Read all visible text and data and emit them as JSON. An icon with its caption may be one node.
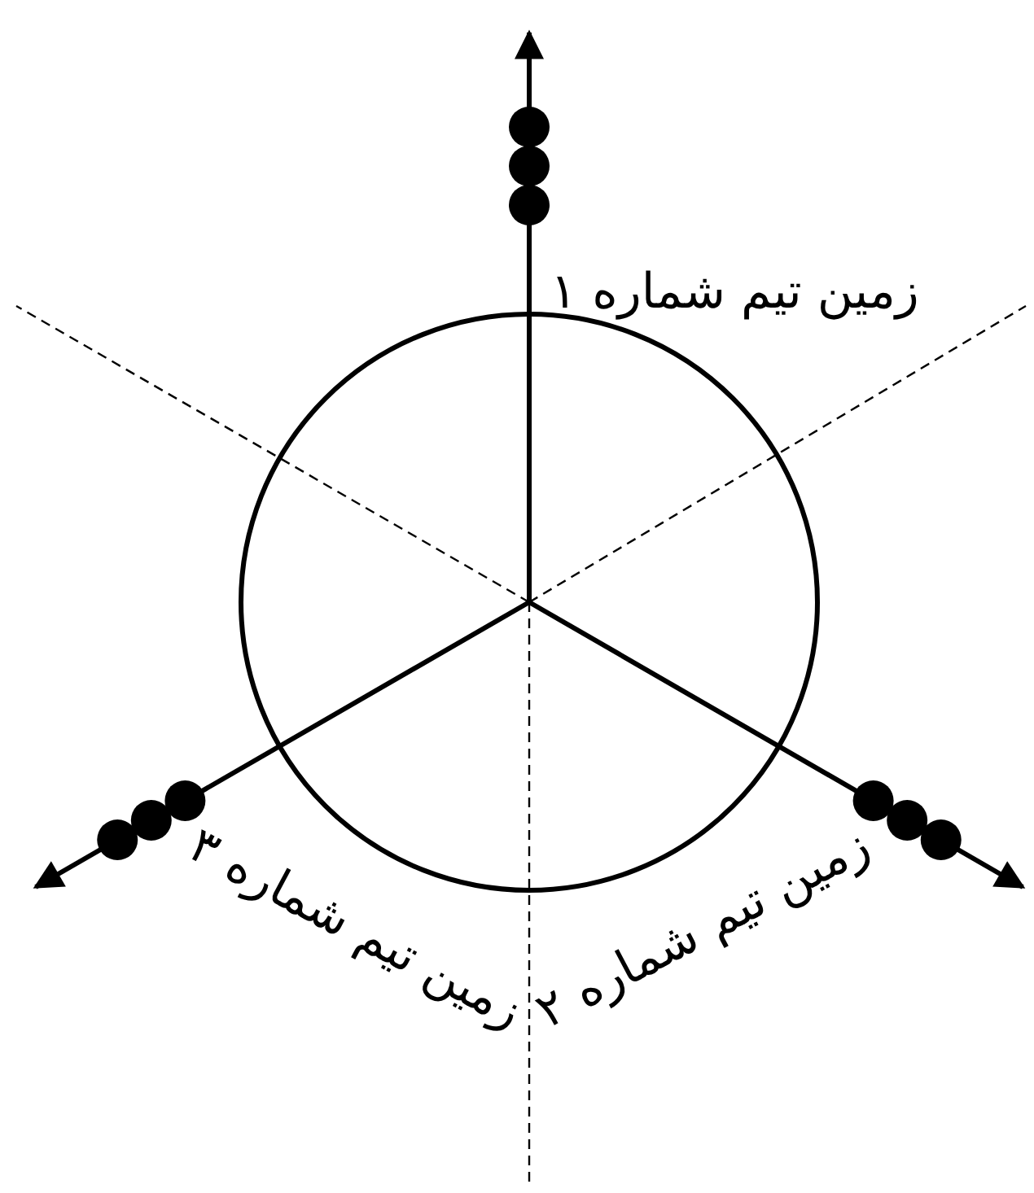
{
  "diagram": {
    "labels": [
      "زمین تیم شماره ۱",
      "زمین تیم شماره ۲",
      "زمین تیم شماره ۳"
    ]
  }
}
